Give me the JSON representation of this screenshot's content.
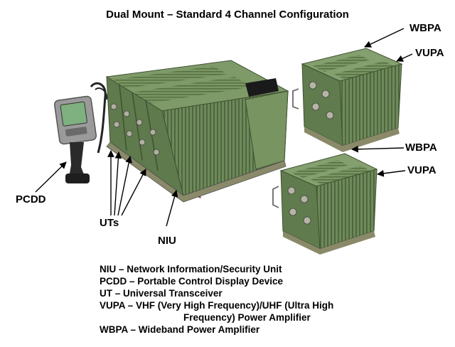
{
  "title": "Dual Mount – Standard 4 Channel Configuration",
  "callouts": {
    "wbpa_top": "WBPA",
    "vupa_top": "VUPA",
    "wbpa_bottom": "WBPA",
    "vupa_bottom": "VUPA",
    "pcdd": "PCDD",
    "uts": "UTs",
    "niu": "NIU"
  },
  "legend": [
    {
      "line": "NIU – Network Information/Security Unit"
    },
    {
      "line": "PCDD – Portable Control Display Device"
    },
    {
      "line": "UT – Universal Transceiver"
    },
    {
      "line": "VUPA – VHF (Very High Frequency)/UHF (Ultra High",
      "continuation": "Frequency) Power Amplifier"
    },
    {
      "line": "WBPA – Wideband Power Amplifier"
    }
  ],
  "colors": {
    "olive": "#6e8a5a",
    "olive_dark": "#4a5e3c",
    "olive_light": "#93ad7c",
    "red_panel": "#c8312b",
    "black_label": "#1a1a1a",
    "device_grey": "#8c8c8c",
    "screen": "#7fb07f"
  }
}
